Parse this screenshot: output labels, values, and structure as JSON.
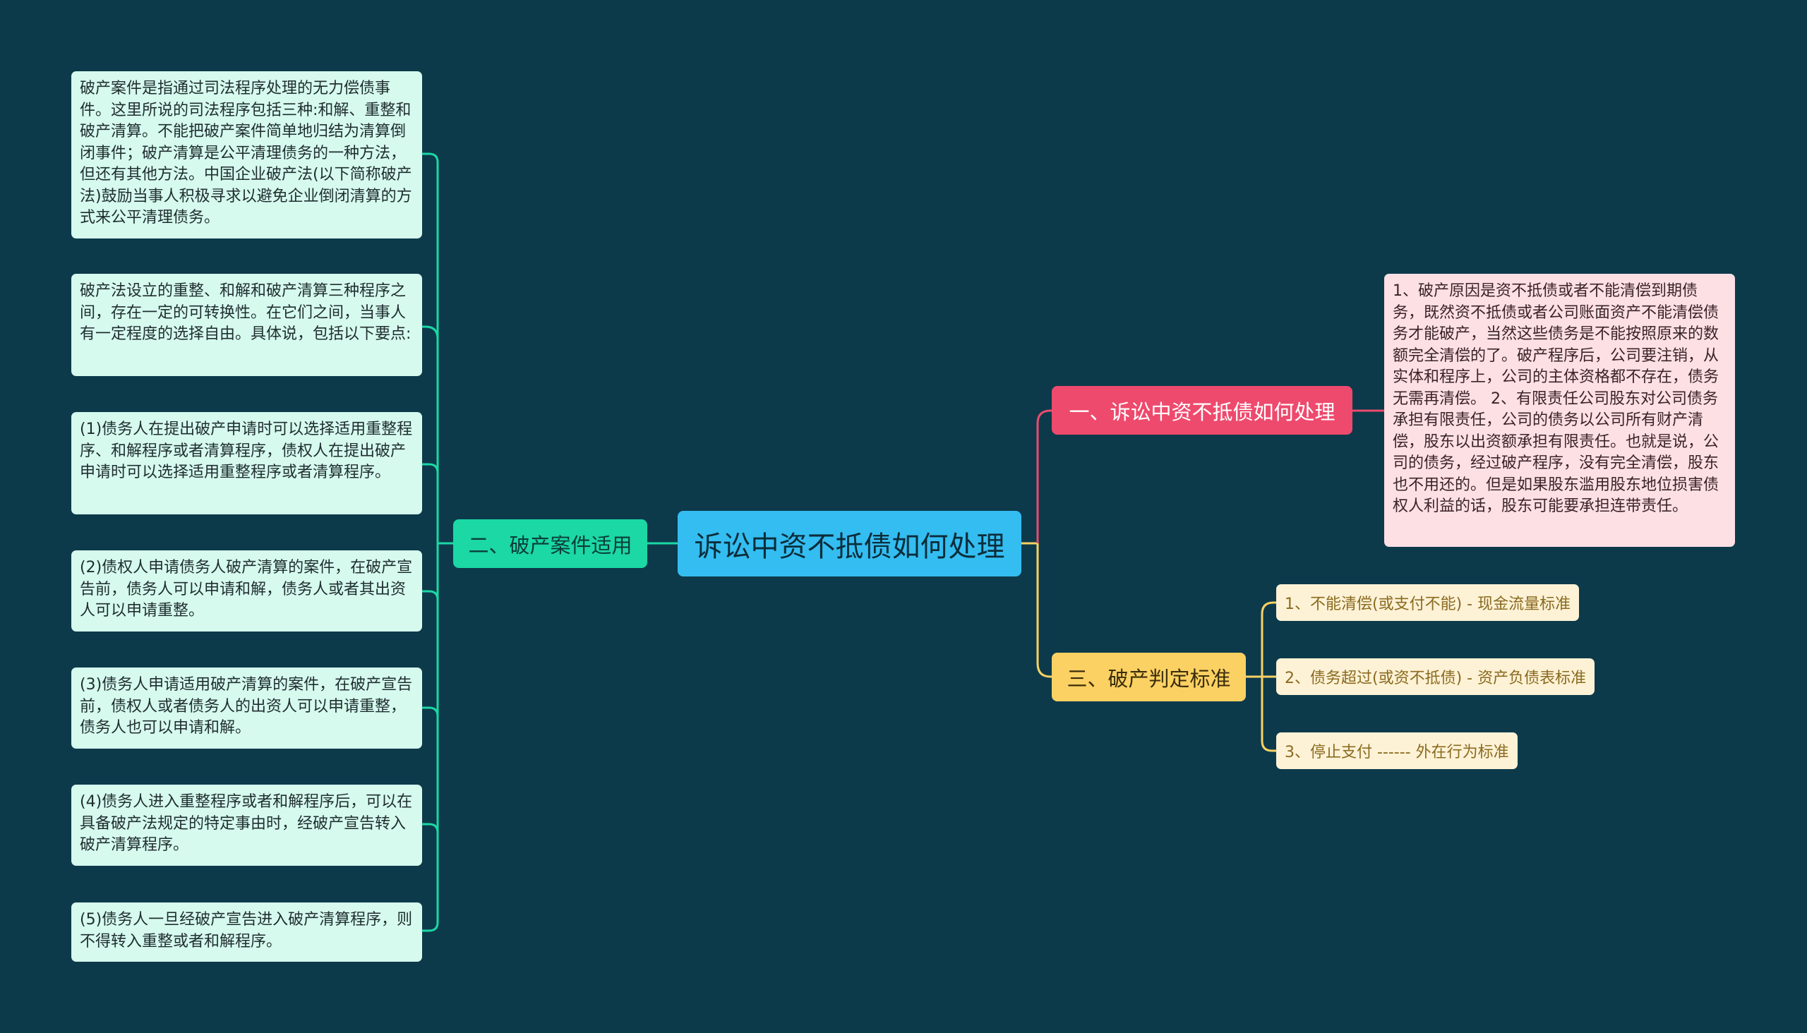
{
  "root": {
    "label": "诉讼中资不抵债如何处理"
  },
  "branches": {
    "one": {
      "label": "一、诉讼中资不抵债如何处理",
      "color": "#ee4a6d",
      "detail": "1、破产原因是资不抵债或者不能清偿到期债务，既然资不抵债或者公司账面资产不能清偿债务才能破产，当然这些债务是不能按照原来的数额完全清偿的了。破产程序后，公司要注销，从实体和程序上，公司的主体资格都不存在，债务无需再清偿。 2、有限责任公司股东对公司债务承担有限责任，公司的债务以公司所有财产清偿，股东以出资额承担有限责任。也就是说，公司的债务，经过破产程序，没有完全清偿，股东也不用还的。但是如果股东滥用股东地位损害债权人利益的话，股东可能要承担连带责任。"
    },
    "two": {
      "label": "二、破产案件适用",
      "color": "#1bd8a4",
      "items": [
        "破产案件是指通过司法程序处理的无力偿债事件。这里所说的司法程序包括三种:和解、重整和破产清算。不能把破产案件简单地归结为清算倒闭事件；破产清算是公平清理债务的一种方法，但还有其他方法。中国企业破产法(以下简称破产法)鼓励当事人积极寻求以避免企业倒闭清算的方式来公平清理债务。",
        "破产法设立的重整、和解和破产清算三种程序之间，存在一定的可转换性。在它们之间，当事人有一定程度的选择自由。具体说，包括以下要点:",
        "(1)债务人在提出破产申请时可以选择适用重整程序、和解程序或者清算程序，债权人在提出破产申请时可以选择适用重整程序或者清算程序。",
        "(2)债权人申请债务人破产清算的案件，在破产宣告前，债务人可以申请和解，债务人或者其出资人可以申请重整。",
        "(3)债务人申请适用破产清算的案件，在破产宣告前，债权人或者债务人的出资人可以申请重整，债务人也可以申请和解。",
        "(4)债务人进入重整程序或者和解程序后，可以在具备破产法规定的特定事由时，经破产宣告转入破产清算程序。",
        "(5)债务人一旦经破产宣告进入破产清算程序，则不得转入重整或者和解程序。"
      ]
    },
    "three": {
      "label": "三、破产判定标准",
      "color": "#fcd163",
      "items": [
        "1、不能清偿(或支付不能) - 现金流量标准",
        "2、债务超过(或资不抵债) - 资产负债表标准",
        "3、停止支付 ------ 外在行为标准"
      ]
    }
  }
}
